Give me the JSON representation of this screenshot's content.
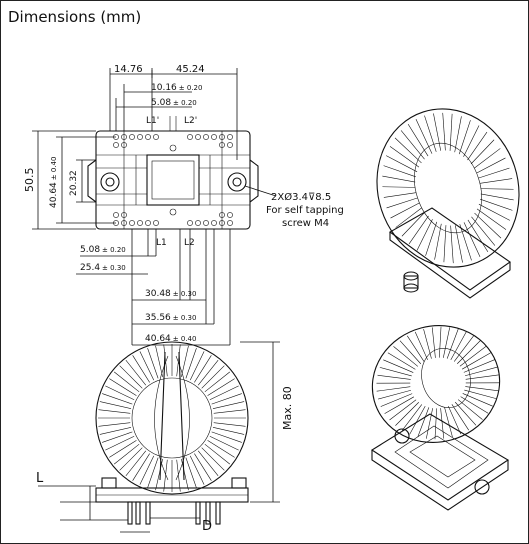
{
  "title": "Dimensions (mm)",
  "top_view": {
    "dims": {
      "d1": "14.76",
      "d2": "45.24",
      "d3": "10.16",
      "d3_tol": "± 0.20",
      "d4": "5.08",
      "d4_tol": "± 0.20",
      "d_height_outer": "50.5",
      "d_height_inner": "40.64",
      "d_height_inner_tol": "± 0.40",
      "d_height_mid": "20.32",
      "b1": "5.08",
      "b1_tol": "± 0.20",
      "b2": "25.4",
      "b2_tol": "± 0.30",
      "b3": "30.48",
      "b3_tol": "± 0.30",
      "b4": "35.56",
      "b4_tol": "± 0.30",
      "b5": "40.64",
      "b5_tol": "± 0.40"
    },
    "pins": {
      "l1p": "L1'",
      "l2p": "L2'",
      "l1": "L1",
      "l2": "L2"
    },
    "hole_note": {
      "line1": "2XØ3.4⊽8.5",
      "line2": "For self tapping",
      "line3": "screw M4"
    }
  },
  "side_view": {
    "max_height": "Max. 80",
    "label_l": "L",
    "label_d": "D"
  }
}
